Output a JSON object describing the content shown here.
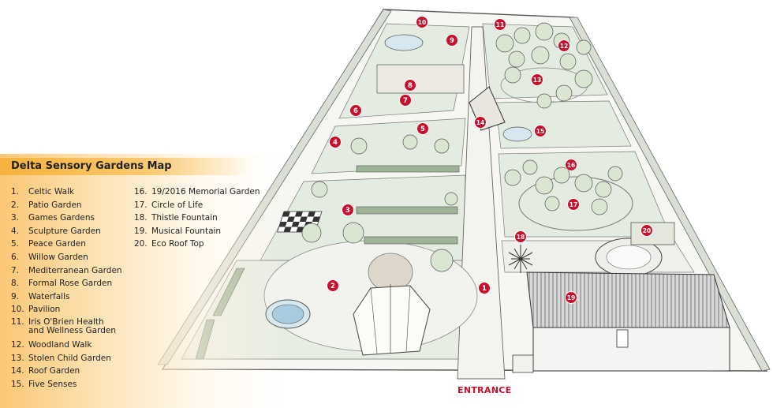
{
  "legend": {
    "title": "Delta Sensory Gardens Map",
    "col1": [
      {
        "num": "1.",
        "label": "Celtic Walk"
      },
      {
        "num": "2.",
        "label": "Patio Garden"
      },
      {
        "num": "3.",
        "label": "Games Gardens"
      },
      {
        "num": "4.",
        "label": "Sculpture Garden"
      },
      {
        "num": "5.",
        "label": "Peace Garden"
      },
      {
        "num": "6.",
        "label": "Willow Garden"
      },
      {
        "num": "7.",
        "label": "Mediterranean Garden"
      },
      {
        "num": "8.",
        "label": "Formal Rose Garden"
      },
      {
        "num": "9.",
        "label": "Waterfalls"
      },
      {
        "num": "10.",
        "label": "Pavilion"
      }
    ],
    "item11": {
      "num": "11.",
      "line1": "Iris O'Brien Health",
      "line2": "and Wellness Garden"
    },
    "col1b": [
      {
        "num": "12.",
        "label": "Woodland Walk"
      },
      {
        "num": "13.",
        "label": "Stolen Child Garden"
      },
      {
        "num": "14.",
        "label": "Roof Garden"
      },
      {
        "num": "15.",
        "label": "Five Senses"
      }
    ],
    "col2": [
      {
        "num": "16.",
        "label": "19/2016 Memorial Garden"
      },
      {
        "num": "17.",
        "label": "Circle of Life"
      },
      {
        "num": "18.",
        "label": "Thistle Fountain"
      },
      {
        "num": "19.",
        "label": "Musical Fountain"
      },
      {
        "num": "20.",
        "label": "Eco Roof Top"
      }
    ]
  },
  "entrance_label": "ENTRANCE",
  "markers": [
    "1",
    "2",
    "3",
    "4",
    "5",
    "6",
    "7",
    "8",
    "9",
    "10",
    "11",
    "12",
    "13",
    "14",
    "15",
    "16",
    "17",
    "18",
    "19",
    "20"
  ],
  "colors": {
    "marker": "#c8102e",
    "lawn": "#e4ebe0",
    "path": "#f3f3f0",
    "hedge": "#9fb397",
    "tree": "#dbe6d2",
    "legend_accent": "#f6b23e"
  }
}
